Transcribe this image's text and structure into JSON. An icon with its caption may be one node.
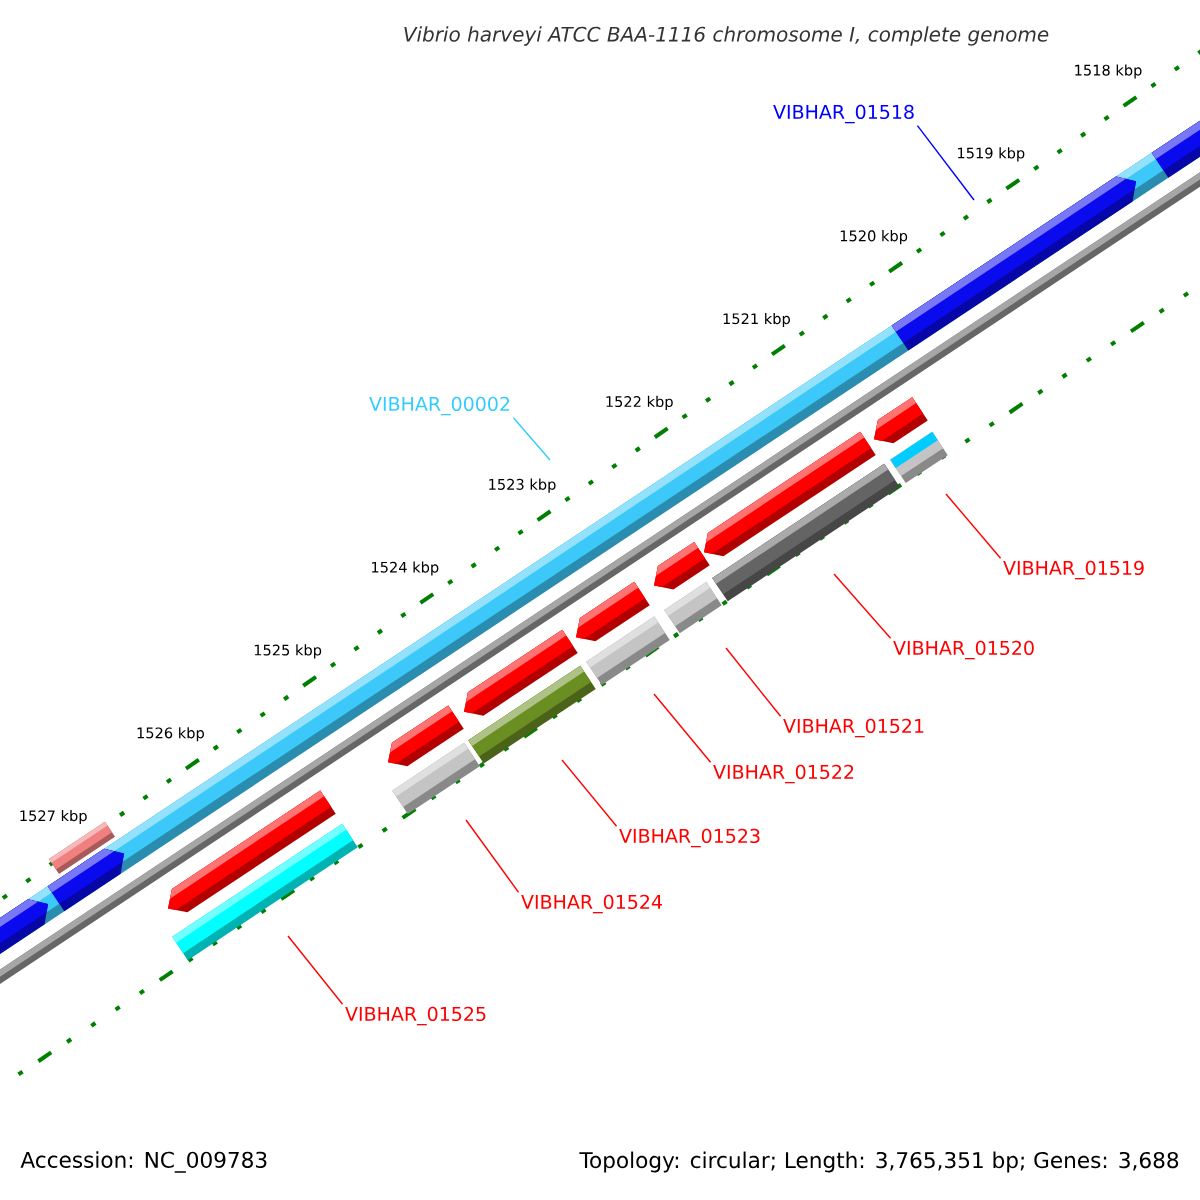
{
  "diagram": {
    "title": "Vibrio harveyi ATCC BAA-1116 chromosome I, complete genome",
    "nodes": [
      {
        "text": [
          "VIBHAR_01518"
        ]
      },
      {
        "text": [
          "VIBHAR_00002"
        ]
      },
      {
        "text": [
          "VIBHAR_01519"
        ]
      },
      {
        "text": [
          "VIBHAR_01520"
        ]
      },
      {
        "text": [
          "VIBHAR_01521"
        ]
      },
      {
        "text": [
          "VIBHAR_01522"
        ]
      },
      {
        "text": [
          "VIBHAR_01523"
        ]
      },
      {
        "text": [
          "VIBHAR_01524"
        ]
      },
      {
        "text": [
          "VIBHAR_01525"
        ]
      }
    ],
    "edges": [
      {
        "from": 0,
        "to": null,
        "arrow": "none",
        "color": "#0000ff"
      },
      {
        "from": 1,
        "to": null,
        "arrow": "none",
        "color": "#33ccff"
      },
      {
        "from": 2,
        "to": null,
        "arrow": "none"
      },
      {
        "from": 3,
        "to": null,
        "arrow": "none"
      },
      {
        "from": 4,
        "to": null,
        "arrow": "none"
      },
      {
        "from": 5,
        "to": null,
        "arrow": "none"
      },
      {
        "from": 6,
        "to": null,
        "arrow": "none"
      },
      {
        "from": 7,
        "to": null,
        "arrow": "none"
      },
      {
        "from": 8,
        "to": null,
        "arrow": "none"
      }
    ],
    "labels": [
      "1518 kbp",
      "1519 kbp",
      "1520 kbp",
      "1521 kbp",
      "1522 kbp",
      "1523 kbp",
      "1524 kbp",
      "1525 kbp",
      "1526 kbp",
      "1527 kbp",
      "Accession: NC_009783",
      "Topology: circular; Length: 3,765,351 bp; Genes: 3,688"
    ]
  }
}
